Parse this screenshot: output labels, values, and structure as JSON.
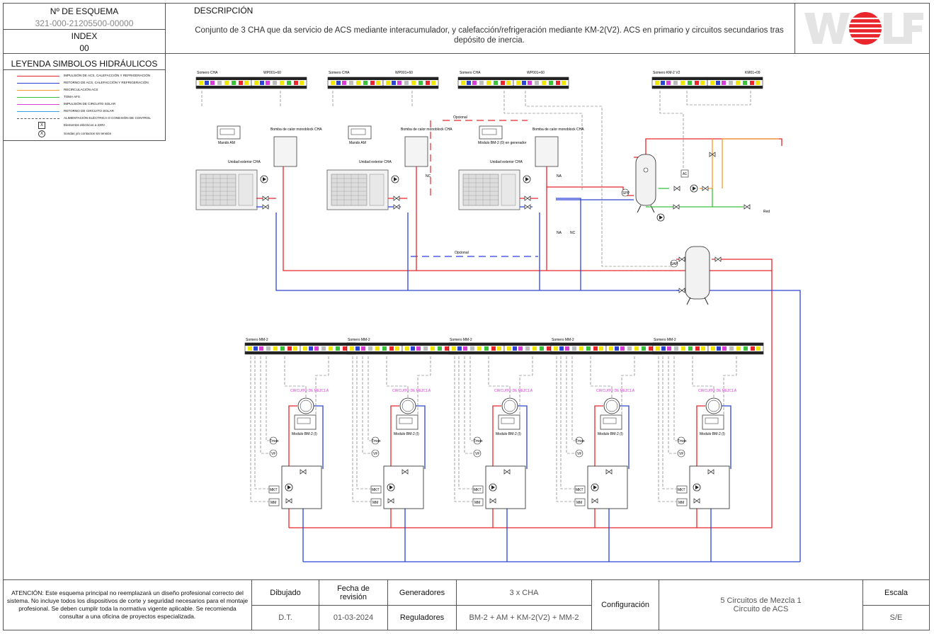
{
  "header": {
    "scheme_label": "Nº DE ESQUEMA",
    "scheme_number": "321-000-21205500-00000",
    "index_label": "INDEX",
    "index_value": "00",
    "description_label": "DESCRIPCIÓN",
    "description_text": "Conjunto de 3 CHA que da servicio de ACS mediante interacumulador, y calefacción/refrigeración mediante KM-2(V2). ACS en primario y circuitos secundarios tras depósito de inercia.",
    "logo_text": "WOLF"
  },
  "legend": {
    "title": "LEYENDA SIMBOLOS HIDRÁULICOS",
    "items": [
      {
        "label": "IMPULSIÓN DE ACS, CALEFACCIÓN Y REFRIGERACIÓN",
        "color": "#e8262b",
        "style": "solid"
      },
      {
        "label": "RETORNO DE ACS, CALEFACCIÓN Y REFRIGERACIÓN",
        "color": "#2c45d6",
        "style": "solid"
      },
      {
        "label": "RECIRCULACIÓN ACS",
        "color": "#f39a2b",
        "style": "solid"
      },
      {
        "label": "TOMA AFS",
        "color": "#39c23a",
        "style": "solid"
      },
      {
        "label": "IMPULSIÓN DE CIRCUITO SOLAR",
        "color": "#d83bd8",
        "style": "solid"
      },
      {
        "label": "RETORNO DE CIRCUITO SOLAR",
        "color": "#3aa0e8",
        "style": "solid"
      },
      {
        "label": "ALIMENTACIÓN ELÉCTRICA O CONEXIÓN DE CONTROL",
        "color": "#555555",
        "style": "dashed"
      },
      {
        "label": "Elementos eléctricos a 230V",
        "color": "",
        "style": "box"
      },
      {
        "label": "Sondas y/o contactos sin tensión",
        "color": "",
        "style": "circle"
      }
    ]
  },
  "diagram": {
    "top_units": [
      {
        "terminal_left": "Somero CHA",
        "terminal_right": "WP001+60",
        "controller": "Mando AM",
        "pump": "Bomba de calor monoblock CHA",
        "outdoor": "Unidad exterior CHA"
      },
      {
        "terminal_left": "Somero CHA",
        "terminal_right": "WP001+60",
        "controller": "Mando AM",
        "pump": "Bomba de calor monoblock CHA",
        "outdoor": "Unidad exterior CHA"
      },
      {
        "terminal_left": "Somero CHA",
        "terminal_right": "WP001+60",
        "controller": "Módulo BM-2 (0) en generador",
        "pump": "Bomba de calor monoblock CHA",
        "outdoor": "Unidad exterior CHA"
      }
    ],
    "optional_label": "Opcional",
    "km_terminal_left": "Somero KM-2 V2",
    "km_terminal_right": "KM01+09",
    "nc_label": "NC",
    "na_label": "NA",
    "a1_label": "A1",
    "red_label": "Red",
    "spp_label": "SPP",
    "sap_label": "SAP",
    "mix_terminal": "Somero MM-2",
    "mix_circuit_label": "CIRCUITO DE MEZCLA",
    "mix_module": "Modulo BM-2 (I)",
    "tmax_label": "Tmax",
    "vf_label": "VF",
    "mkt_label": "MKT",
    "mm_label": "MM"
  },
  "footer": {
    "warning": "ATENCIÓN: Este esquema principal no reemplazará un diseño profesional correcto del sistema. No incluye todos los dispositivos de corte y seguridad necesarios para el montaje profesional. Se deben cumplir toda la normativa vigente aplicable. Se recomienda consultar a una oficina de proyectos especializada.",
    "drawn_label": "Dibujado",
    "drawn_value": "D.T.",
    "revision_label": "Fecha de revisión",
    "revision_value": "01-03-2024",
    "generators_label": "Generadores",
    "generators_value": "3 x CHA",
    "regulators_label": "Reguladores",
    "regulators_value": "BM-2 + AM + KM-2(V2) + MM-2",
    "config_label": "Configuración",
    "config_value": "5 Circuitos de Mezcla 1 Circuito de ACS",
    "scale_label": "Escala",
    "scale_value": "S/E"
  }
}
